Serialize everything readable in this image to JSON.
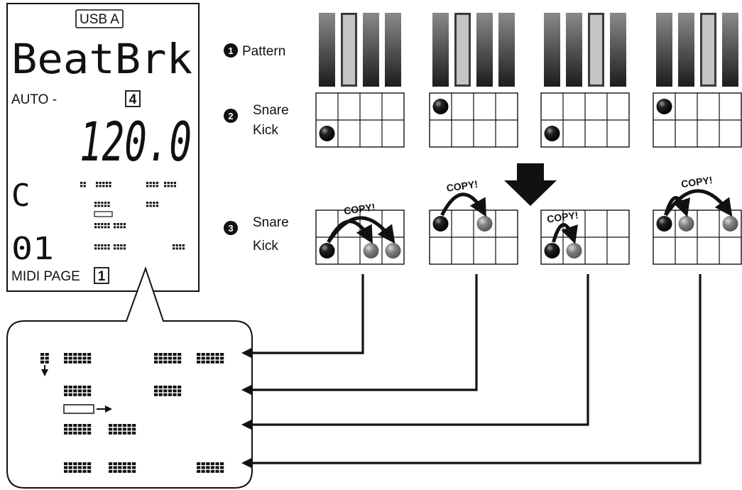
{
  "lcd": {
    "source_badge": "USB A",
    "name": "BeatBrk",
    "mode": "AUTO -",
    "beat_box": "4",
    "bpm": "120.0",
    "key": "C",
    "number": "01",
    "midi_page_label": "MIDI PAGE",
    "midi_page_box": "1"
  },
  "steps": {
    "step1": {
      "marker": "1",
      "label": "Pattern"
    },
    "step2": {
      "marker": "2",
      "label_line1": "Snare",
      "label_line2": "Kick"
    },
    "step3": {
      "marker": "3",
      "label_line1": "Snare",
      "label_line2": "Kick"
    }
  },
  "copy_label": "COPY!",
  "patterns": [
    {
      "highlight": 1,
      "snare": [],
      "kick": [
        0
      ],
      "copies_snare": [],
      "copies_kick": [
        2,
        3
      ]
    },
    {
      "highlight": 1,
      "snare": [
        0
      ],
      "kick": [],
      "copies_snare": [
        2
      ],
      "copies_kick": []
    },
    {
      "highlight": 2,
      "snare": [],
      "kick": [
        0
      ],
      "copies_snare": [],
      "copies_kick": [
        1
      ]
    },
    {
      "highlight": 2,
      "snare": [
        0
      ],
      "kick": [],
      "copies_snare": [
        1,
        3
      ],
      "copies_kick": []
    }
  ],
  "colors": {
    "bar_dark": "#3a3a3a",
    "bar_highlight": "#c4c4c4",
    "ball_black": "#111111",
    "ball_gray": "#7a7a7a",
    "line": "#111111"
  }
}
